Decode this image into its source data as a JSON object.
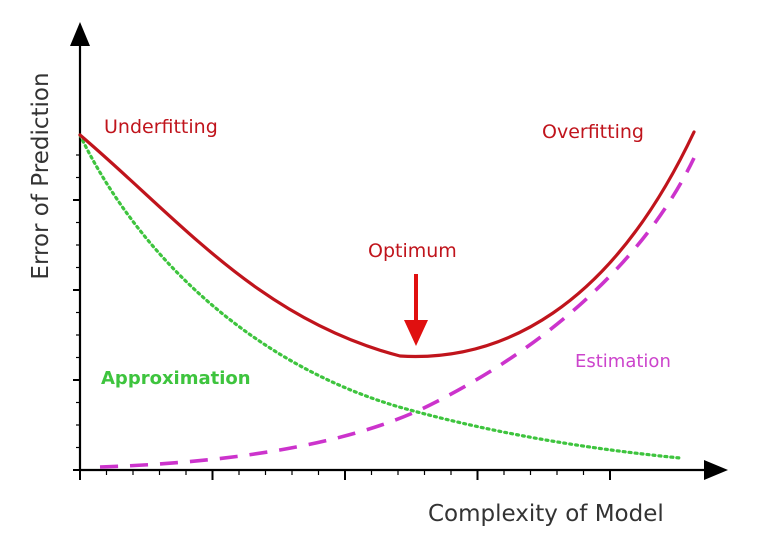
{
  "labels": {
    "ylabel": "Error of Prediction",
    "xlabel": "Complexity of Model",
    "underfitting": "Underfitting",
    "overfitting": "Overfitting",
    "optimum": "Optimum",
    "approximation": "Approximation",
    "estimation": "Estimation"
  },
  "colors": {
    "axis": "#000000",
    "total_error": "#c0141c",
    "approximation": "#3ec43e",
    "estimation": "#cc33cc",
    "optimum_arrow": "#e01010",
    "label_red": "#c0141c",
    "label_green": "#3ec43e",
    "label_magenta": "#cc44cc"
  },
  "icons": {
    "y_axis_arrow": "arrow-up-icon",
    "x_axis_arrow": "arrow-right-icon",
    "optimum_marker": "arrow-down-icon"
  }
}
